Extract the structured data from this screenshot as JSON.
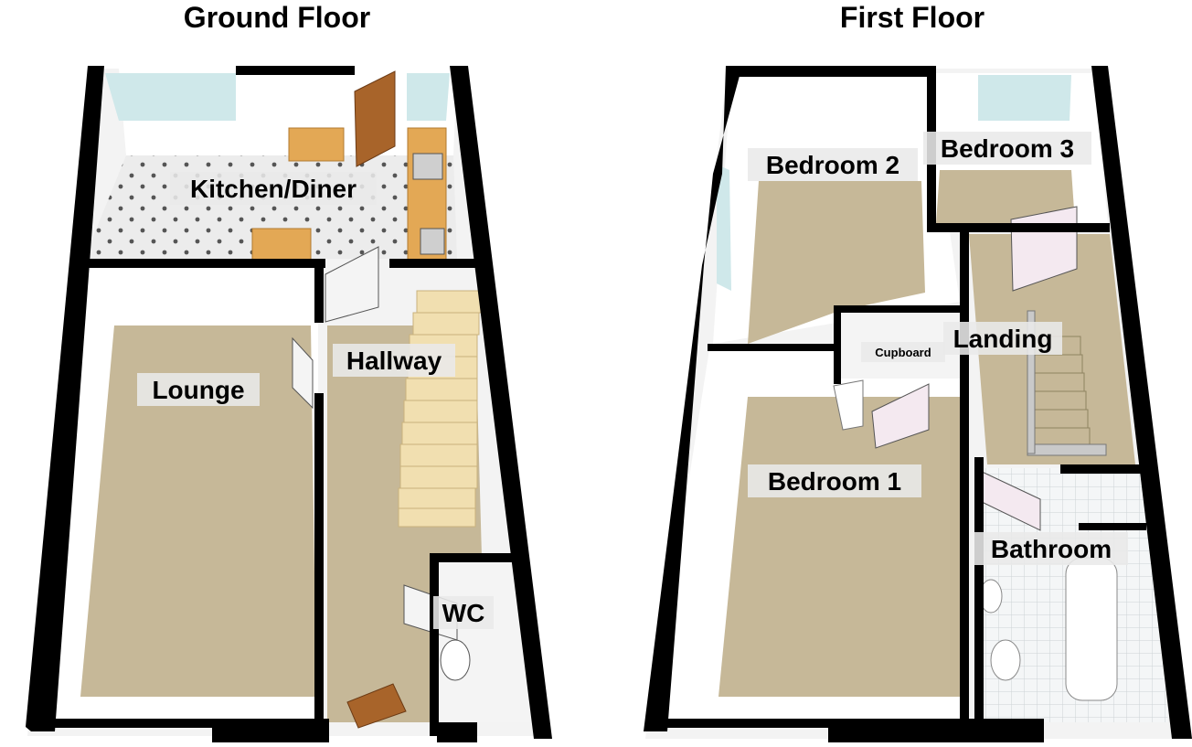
{
  "floors": [
    {
      "title": "Ground Floor",
      "rooms": [
        {
          "label": "Kitchen/Diner"
        },
        {
          "label": "Lounge"
        },
        {
          "label": "Hallway"
        },
        {
          "label": "WC"
        }
      ]
    },
    {
      "title": "First Floor",
      "rooms": [
        {
          "label": "Bedroom 2"
        },
        {
          "label": "Bedroom 3"
        },
        {
          "label": "Landing"
        },
        {
          "label": "Cupboard"
        },
        {
          "label": "Bedroom 1"
        },
        {
          "label": "Bathroom"
        }
      ]
    }
  ],
  "colors": {
    "wall": "#000000",
    "carpet": "#c6b898",
    "kitchen_floor": "#e7e7e7",
    "window": "#cfe8ea",
    "wood": "#e3a855",
    "door": "#a8642a",
    "stair": "#f1dfb0"
  }
}
